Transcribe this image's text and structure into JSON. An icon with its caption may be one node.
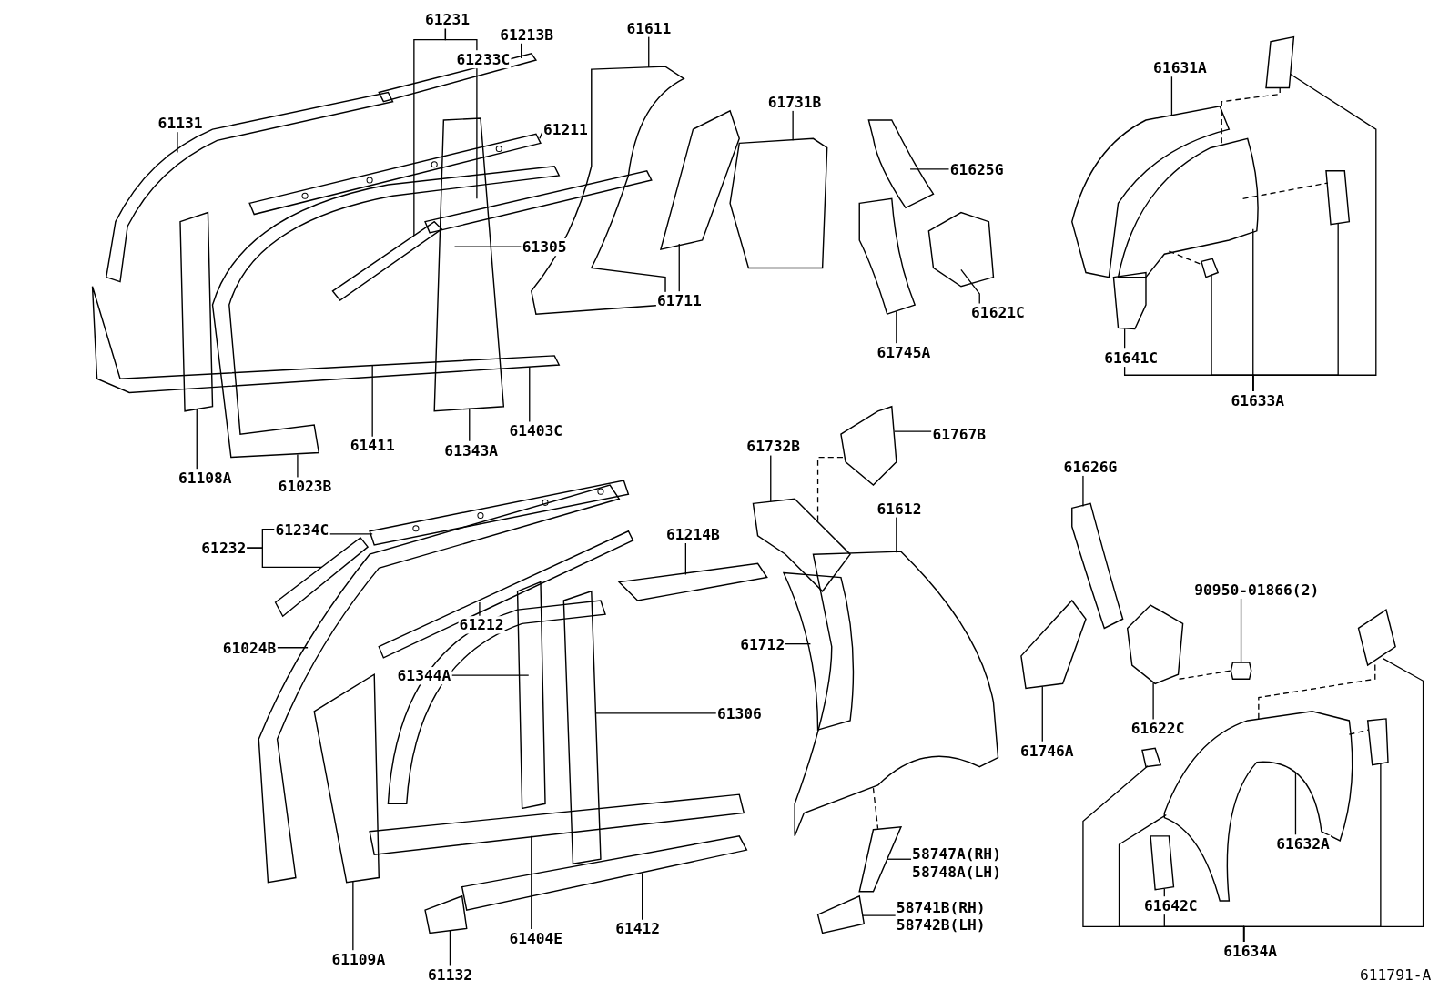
{
  "diagram": {
    "nodes": [
      {
        "text": [
          "61231"
        ]
      },
      {
        "text": [
          "61233C"
        ]
      },
      {
        "text": [
          "61213B"
        ]
      },
      {
        "text": [
          "61611"
        ]
      },
      {
        "text": [
          "61131"
        ]
      },
      {
        "text": [
          "61731B"
        ]
      },
      {
        "text": [
          "61211"
        ]
      },
      {
        "text": [
          "61631A"
        ]
      },
      {
        "text": [
          "61625G"
        ]
      },
      {
        "text": [
          "61305"
        ]
      },
      {
        "text": [
          "61711"
        ]
      },
      {
        "text": [
          "61621C"
        ]
      },
      {
        "text": [
          "61745A"
        ]
      },
      {
        "text": [
          "61641C"
        ]
      },
      {
        "text": [
          "61633A"
        ]
      },
      {
        "text": [
          "61108A"
        ]
      },
      {
        "text": [
          "61411"
        ]
      },
      {
        "text": [
          "61403C"
        ]
      },
      {
        "text": [
          "61343A"
        ]
      },
      {
        "text": [
          "61023B"
        ]
      },
      {
        "text": [
          "61732B"
        ]
      },
      {
        "text": [
          "61767B"
        ]
      },
      {
        "text": [
          "61626G"
        ]
      },
      {
        "text": [
          "61612"
        ]
      },
      {
        "text": [
          "61232"
        ]
      },
      {
        "text": [
          "61234C"
        ]
      },
      {
        "text": [
          "61214B"
        ]
      },
      {
        "text": [
          "61212"
        ]
      },
      {
        "text": [
          "61024B"
        ]
      },
      {
        "text": [
          "61712"
        ]
      },
      {
        "text": [
          "90950-01866(2)"
        ]
      },
      {
        "text": [
          "61344A"
        ]
      },
      {
        "text": [
          "61306"
        ]
      },
      {
        "text": [
          "61622C"
        ]
      },
      {
        "text": [
          "61746A"
        ]
      },
      {
        "text": [
          "61632A"
        ]
      },
      {
        "text": [
          "58747A(RH)",
          "58748A(LH)"
        ]
      },
      {
        "text": [
          "58741B(RH)",
          "58742B(LH)"
        ]
      },
      {
        "text": [
          "61109A"
        ]
      },
      {
        "text": [
          "61132"
        ]
      },
      {
        "text": [
          "61404E"
        ]
      },
      {
        "text": [
          "61412"
        ]
      },
      {
        "text": [
          "61642C"
        ]
      },
      {
        "text": [
          "61634A"
        ]
      },
      {
        "text": [],
        "shape": "picture"
      },
      {
        "text": [],
        "shape": "picture"
      },
      {
        "text": [],
        "shape": "picture"
      },
      {
        "text": [],
        "shape": "picture"
      },
      {
        "text": [],
        "shape": "picture"
      },
      {
        "text": [],
        "shape": "picture"
      },
      {
        "text": [],
        "shape": "picture"
      },
      {
        "text": [],
        "shape": "picture"
      },
      {
        "text": [],
        "shape": "picture"
      },
      {
        "text": [],
        "shape": "picture"
      },
      {
        "text": [],
        "shape": "picture"
      },
      {
        "text": [],
        "shape": "picture"
      },
      {
        "text": [],
        "shape": "picture"
      },
      {
        "text": [],
        "shape": "picture"
      },
      {
        "text": [],
        "shape": "picture"
      },
      {
        "text": [],
        "shape": "picture"
      },
      {
        "text": [],
        "shape": "picture"
      },
      {
        "text": [],
        "shape": "picture"
      },
      {
        "text": [],
        "shape": "picture"
      },
      {
        "text": [],
        "shape": "picture"
      },
      {
        "text": [],
        "shape": "picture"
      },
      {
        "text": [],
        "shape": "picture"
      },
      {
        "text": [],
        "shape": "picture"
      },
      {
        "text": [],
        "shape": "picture"
      },
      {
        "text": [],
        "shape": "picture"
      },
      {
        "text": [],
        "shape": "picture"
      },
      {
        "text": [],
        "shape": "picture"
      },
      {
        "text": [],
        "shape": "picture"
      },
      {
        "text": [],
        "shape": "picture"
      },
      {
        "text": [],
        "shape": "picture"
      },
      {
        "text": [],
        "shape": "picture"
      },
      {
        "text": [],
        "shape": "picture"
      },
      {
        "text": [],
        "shape": "picture"
      },
      {
        "text": [],
        "shape": "picture"
      },
      {
        "text": [],
        "shape": "picture"
      },
      {
        "text": [],
        "shape": "picture"
      },
      {
        "text": [],
        "shape": "picture"
      },
      {
        "text": [],
        "shape": "picture"
      },
      {
        "text": [],
        "shape": "picture"
      },
      {
        "text": [],
        "shape": "picture"
      },
      {
        "text": [],
        "shape": "picture"
      },
      {
        "text": [],
        "shape": "picture"
      },
      {
        "text": [],
        "shape": "picture"
      },
      {
        "text": [],
        "shape": "picture"
      },
      {
        "text": [],
        "shape": "picture"
      },
      {
        "text": [],
        "shape": "picture"
      }
    ],
    "edges": [
      {
        "from": 0,
        "to": 50,
        "arrow": "none"
      },
      {
        "from": 0,
        "to": 1,
        "arrow": "none"
      },
      {
        "from": 1,
        "to": 49,
        "arrow": "none"
      },
      {
        "from": 2,
        "to": 44,
        "arrow": "none"
      },
      {
        "from": 3,
        "to": 45,
        "arrow": "none"
      },
      {
        "from": 4,
        "to": 46,
        "arrow": "none"
      },
      {
        "from": 5,
        "to": 47,
        "arrow": "none"
      },
      {
        "from": 6,
        "to": 48,
        "arrow": "none"
      },
      {
        "from": 7,
        "to": 56,
        "arrow": "none"
      },
      {
        "from": 8,
        "to": 51,
        "arrow": "none"
      },
      {
        "from": 9,
        "to": 49,
        "arrow": "none"
      },
      {
        "from": 10,
        "to": 52,
        "arrow": "none"
      },
      {
        "from": 11,
        "to": 53,
        "arrow": "none"
      },
      {
        "from": 12,
        "to": 54,
        "arrow": "none"
      },
      {
        "from": 13,
        "to": 60,
        "arrow": "none"
      },
      {
        "from": 14,
        "to": 57,
        "arrow": "none"
      },
      {
        "from": 14,
        "to": 13,
        "arrow": "none"
      },
      {
        "from": 14,
        "to": 59,
        "arrow": "none"
      },
      {
        "from": 14,
        "to": 58,
        "arrow": "none"
      },
      {
        "from": 14,
        "to": 55,
        "arrow": "none"
      },
      {
        "from": 15,
        "to": 61,
        "arrow": "none"
      },
      {
        "from": 16,
        "to": 63,
        "arrow": "none"
      },
      {
        "from": 17,
        "to": 63,
        "arrow": "none"
      },
      {
        "from": 18,
        "to": 49,
        "arrow": "none"
      },
      {
        "from": 19,
        "to": 62,
        "arrow": "none"
      },
      {
        "from": 20,
        "to": 66,
        "arrow": "none"
      },
      {
        "from": 21,
        "to": 64,
        "arrow": "none"
      },
      {
        "from": 22,
        "to": 67,
        "arrow": "none"
      },
      {
        "from": 23,
        "to": 68,
        "arrow": "none"
      },
      {
        "from": 24,
        "to": 25,
        "arrow": "none"
      },
      {
        "from": 24,
        "to": 69,
        "arrow": "none"
      },
      {
        "from": 25,
        "to": 65,
        "arrow": "none"
      },
      {
        "from": 26,
        "to": 71,
        "arrow": "none"
      },
      {
        "from": 27,
        "to": 70,
        "arrow": "none"
      },
      {
        "from": 28,
        "to": 72,
        "arrow": "none"
      },
      {
        "from": 29,
        "to": 73,
        "arrow": "none"
      },
      {
        "from": 30,
        "to": 79,
        "arrow": "none"
      },
      {
        "from": 31,
        "to": 74,
        "arrow": "none"
      },
      {
        "from": 32,
        "to": 75,
        "arrow": "none"
      },
      {
        "from": 33,
        "to": 77,
        "arrow": "none"
      },
      {
        "from": 34,
        "to": 78,
        "arrow": "none"
      },
      {
        "from": 35,
        "to": 82,
        "arrow": "none"
      },
      {
        "from": 36,
        "to": 85,
        "arrow": "none"
      },
      {
        "from": 37,
        "to": 88,
        "arrow": "none"
      },
      {
        "from": 38,
        "to": 83,
        "arrow": "none"
      },
      {
        "from": 39,
        "to": 89,
        "arrow": "none"
      },
      {
        "from": 40,
        "to": 84,
        "arrow": "none"
      },
      {
        "from": 41,
        "to": 86,
        "arrow": "none"
      },
      {
        "from": 42,
        "to": 87,
        "arrow": "none"
      },
      {
        "from": 43,
        "to": 81,
        "arrow": "none"
      },
      {
        "from": 43,
        "to": 82,
        "arrow": "none"
      },
      {
        "from": 43,
        "to": 42,
        "arrow": "none"
      },
      {
        "from": 43,
        "to": 80,
        "arrow": "none"
      },
      {
        "from": 43,
        "to": 76,
        "arrow": "none"
      },
      {
        "from": 57,
        "to": 55,
        "arrow": "none",
        "style": "dashed"
      },
      {
        "from": 57,
        "to": 58,
        "arrow": "none",
        "style": "dashed"
      },
      {
        "from": 57,
        "to": 59,
        "arrow": "none",
        "style": "dashed"
      },
      {
        "from": 64,
        "to": 66,
        "arrow": "none",
        "style": "dashed"
      },
      {
        "from": 68,
        "to": 85,
        "arrow": "none",
        "style": "dashed"
      },
      {
        "from": 77,
        "to": 79,
        "arrow": "none",
        "style": "dashed"
      },
      {
        "from": 82,
        "to": 76,
        "arrow": "none",
        "style": "dashed"
      },
      {
        "from": 82,
        "to": 80,
        "arrow": "none",
        "style": "dashed"
      }
    ],
    "labels": [
      "611791-A"
    ]
  }
}
